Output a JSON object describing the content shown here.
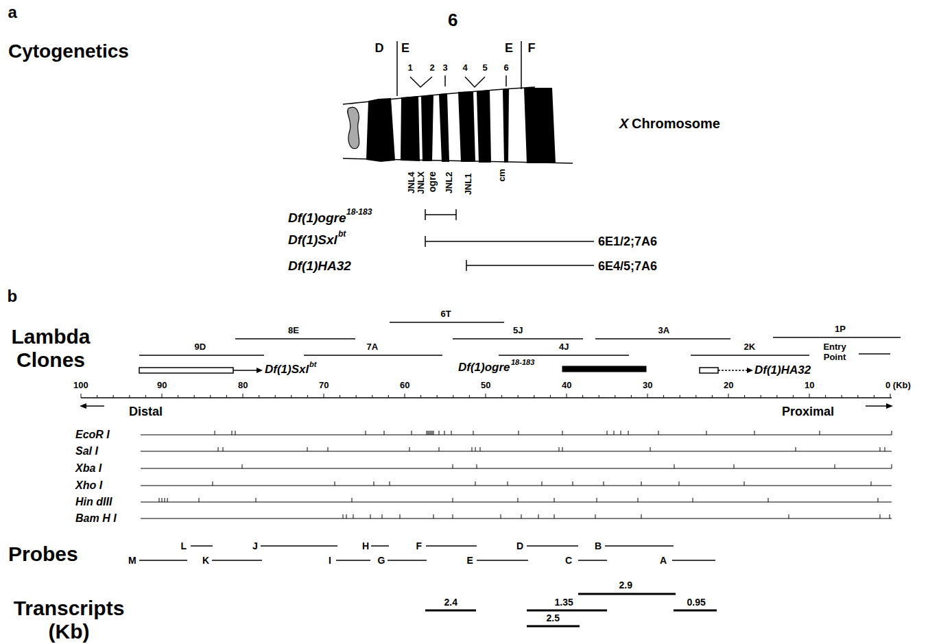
{
  "diagram": {
    "labels": [
      "a",
      "6",
      "Cytogenetics",
      "D",
      "E",
      "1",
      "2",
      "3",
      "4",
      "5",
      "6",
      "E",
      "F",
      "X",
      "Chromosome",
      "JNL4",
      "JNLX",
      "ogre",
      "JNL2",
      "JNL1",
      "cm",
      "Df(1)ogre",
      "18-183",
      "Df(1)Sxl",
      "bt",
      "6E1/2;7A6",
      "Df(1)HA32",
      "6E4/5;7A6",
      "b",
      "Lambda Clones",
      "6T",
      "8E",
      "5J",
      "3A",
      "1P",
      "9D",
      "7A",
      "4J",
      "2K",
      "Entry Point",
      "Df(1)Sxl",
      "bt",
      "Df(1)ogre",
      "18-183",
      "Df(1)HA32",
      "100",
      "90",
      "80",
      "70",
      "60",
      "50",
      "40",
      "30",
      "20",
      "10",
      "0 (Kb)",
      "Distal",
      "Proximal",
      "EcoR I",
      "Sal I",
      "Xba I",
      "Xho I",
      "Hin dIII",
      "Bam H I",
      "Probes",
      "L",
      "J",
      "H",
      "F",
      "D",
      "B",
      "M",
      "K",
      "I",
      "G",
      "E",
      "C",
      "A",
      "Transcripts (Kb)",
      "2.9",
      "2.4",
      "1.35",
      "0.95",
      "2.5"
    ]
  }
}
